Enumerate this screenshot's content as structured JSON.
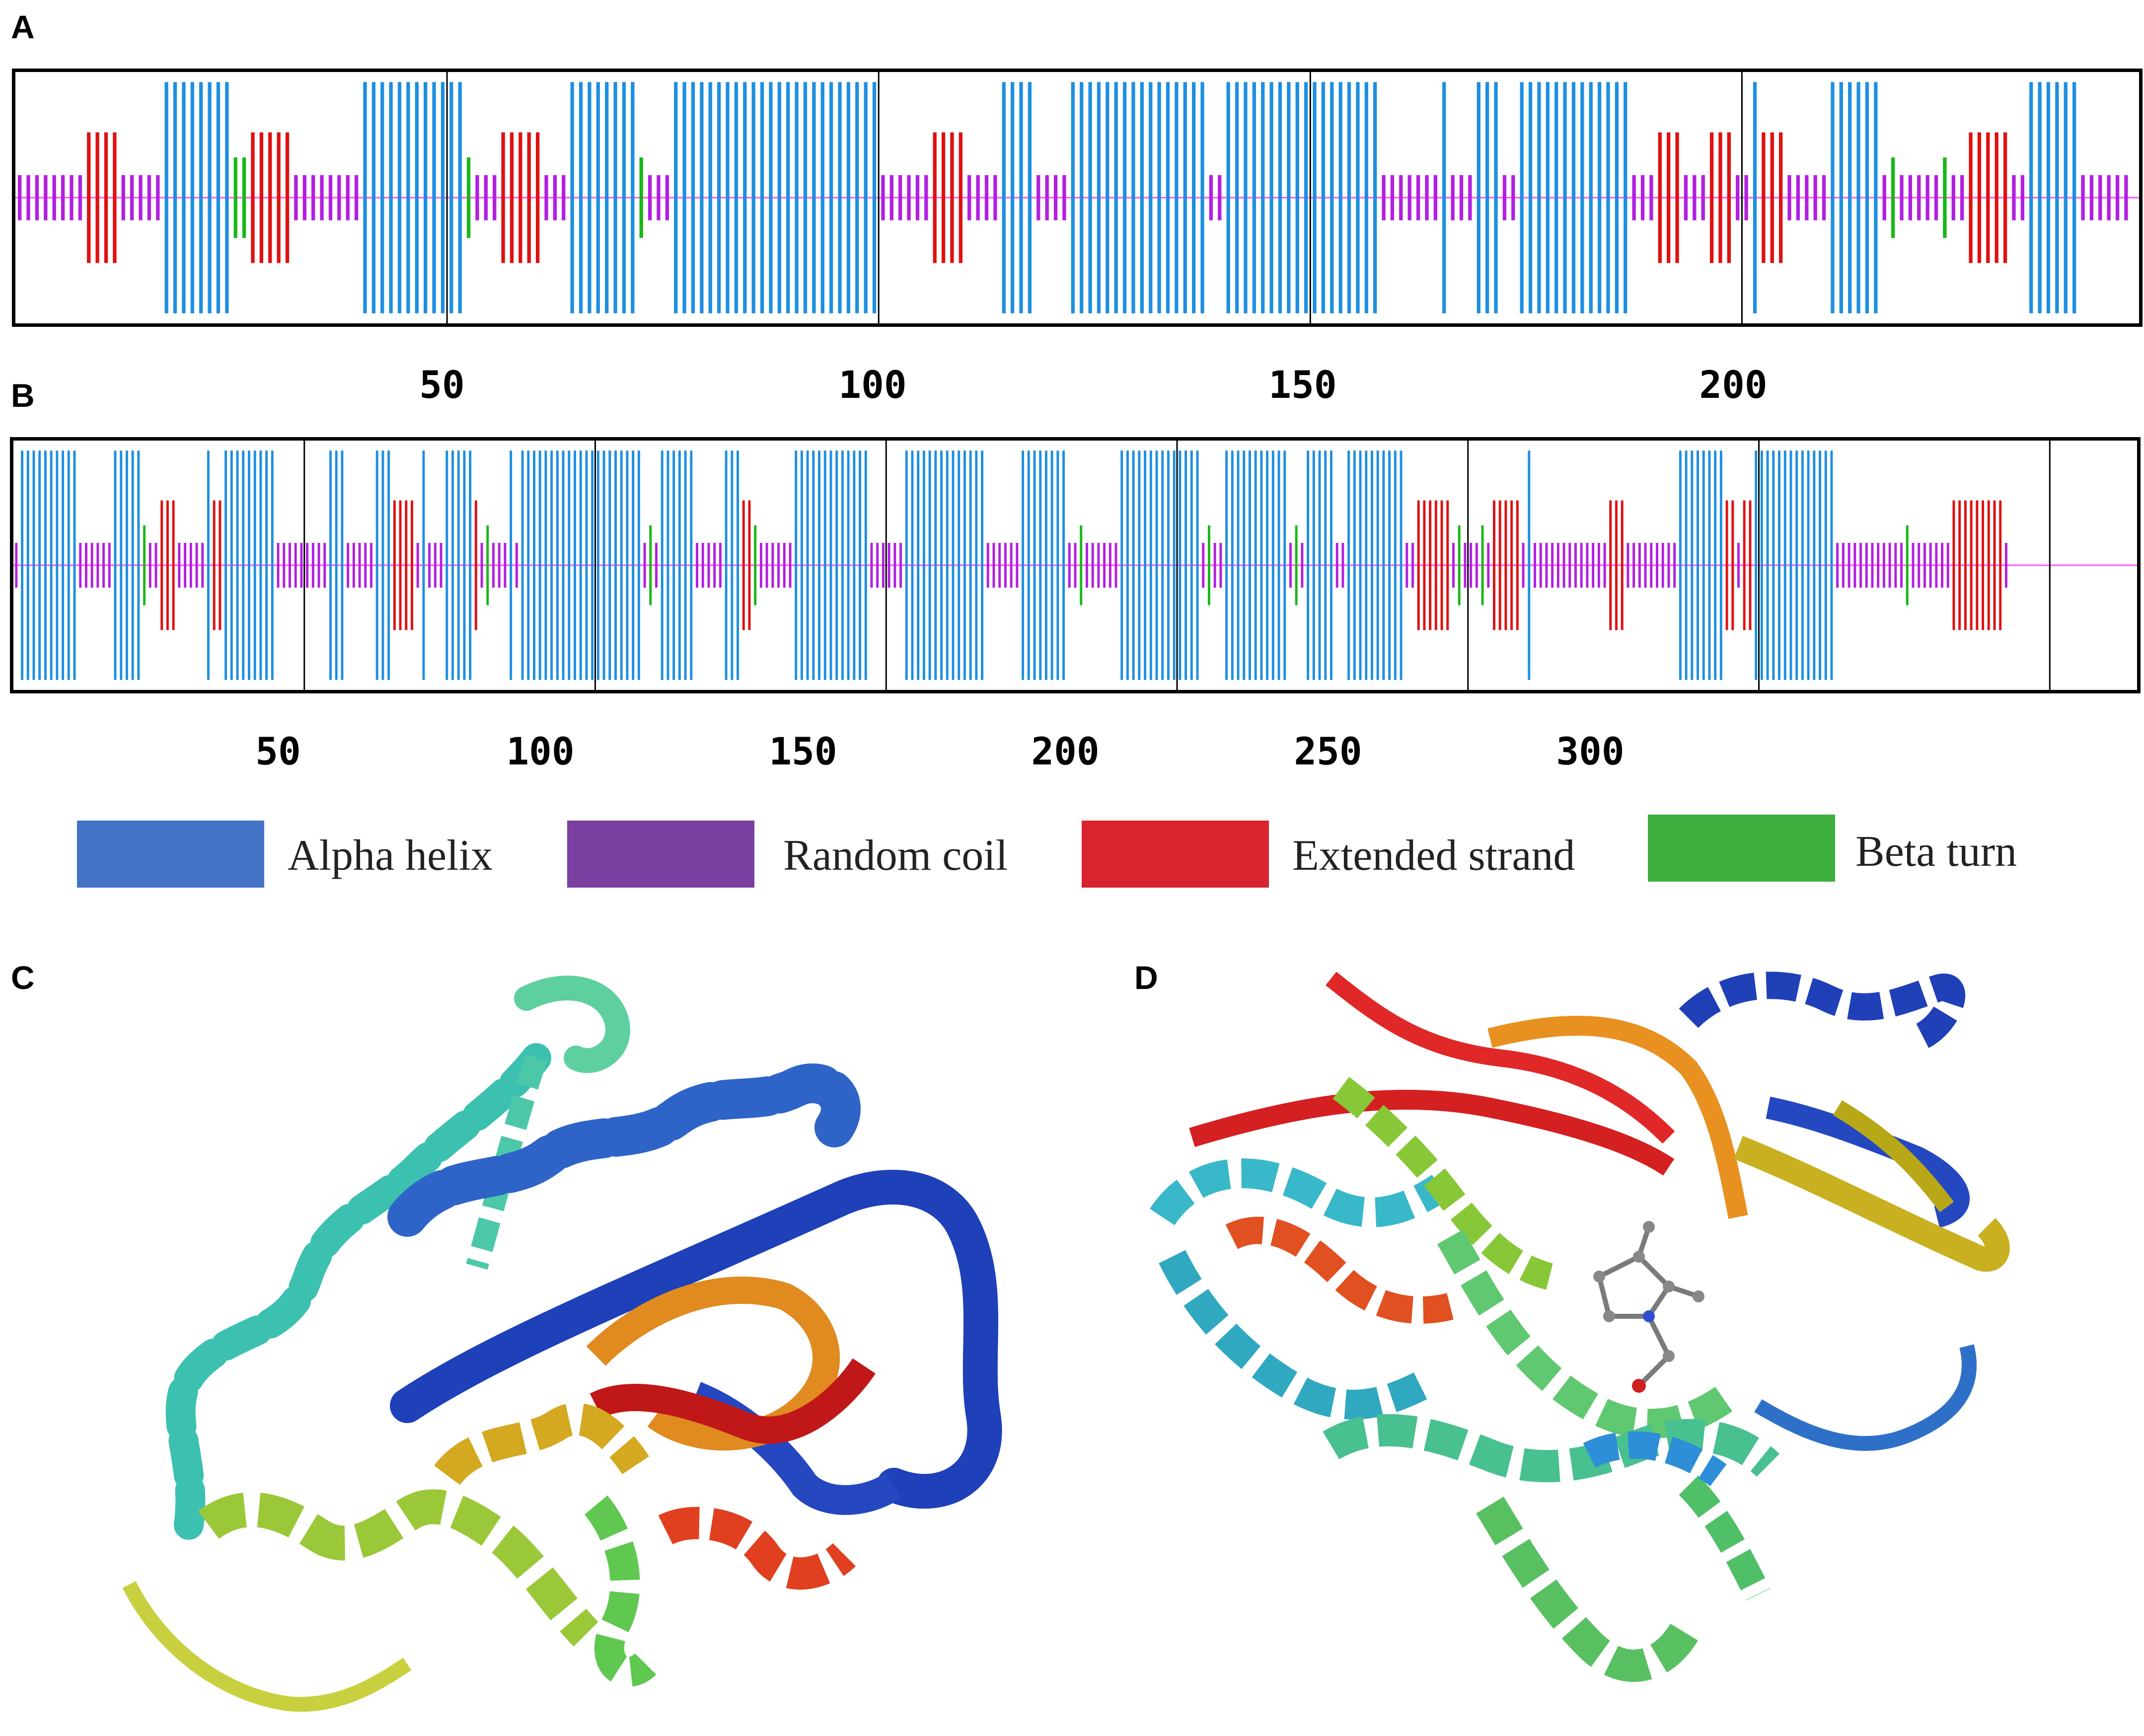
{
  "panels": {
    "A": {
      "letter": "A",
      "ticks": [
        "50",
        "100",
        "150",
        "200"
      ]
    },
    "B": {
      "letter": "B",
      "ticks": [
        "50",
        "100",
        "150",
        "200",
        "250",
        "300"
      ]
    },
    "C": {
      "letter": "C"
    },
    "D": {
      "letter": "D"
    }
  },
  "legend": {
    "items": [
      {
        "label": "Alpha helix",
        "color": "#4472C4"
      },
      {
        "label": "Random coil",
        "color": "#7A3FA0"
      },
      {
        "label": "Extended strand",
        "color": "#D9232E"
      },
      {
        "label": "Beta turn",
        "color": "#3DAE3E"
      }
    ]
  },
  "structure_colors": {
    "helix": "#1E8FE0",
    "coil": "#B21FE0",
    "strand": "#E01010",
    "turn": "#17B817",
    "center_line": "#FF55FF"
  },
  "sequences": {
    "A": {
      "length": 246,
      "segments": [
        [
          "c",
          8
        ],
        [
          "e",
          4
        ],
        [
          "c",
          5
        ],
        [
          "h",
          8
        ],
        [
          "t",
          2
        ],
        [
          "e",
          5
        ],
        [
          "c",
          8
        ],
        [
          "h",
          12
        ],
        [
          "t",
          1
        ],
        [
          "c",
          3
        ],
        [
          "e",
          5
        ],
        [
          "c",
          3
        ],
        [
          "h",
          8
        ],
        [
          "t",
          1
        ],
        [
          "c",
          3
        ],
        [
          "h",
          24
        ],
        [
          "c",
          6
        ],
        [
          "e",
          4
        ],
        [
          "c",
          4
        ],
        [
          "h",
          4
        ],
        [
          "c",
          4
        ],
        [
          "h",
          16
        ],
        [
          "c",
          2
        ],
        [
          "h",
          18
        ],
        [
          "c",
          7
        ],
        [
          "h",
          1
        ],
        [
          "c",
          3
        ],
        [
          "h",
          3
        ],
        [
          "c",
          2
        ],
        [
          "h",
          13
        ],
        [
          "c",
          3
        ],
        [
          "e",
          3
        ],
        [
          "c",
          3
        ],
        [
          "e",
          3
        ],
        [
          "c",
          2
        ],
        [
          "h",
          1
        ],
        [
          "e",
          3
        ],
        [
          "c",
          5
        ],
        [
          "h",
          6
        ],
        [
          "c",
          1
        ],
        [
          "t",
          1
        ],
        [
          "c",
          5
        ],
        [
          "t",
          1
        ],
        [
          "c",
          2
        ],
        [
          "e",
          5
        ],
        [
          "c",
          2
        ],
        [
          "h",
          6
        ],
        [
          "c",
          6
        ]
      ]
    },
    "B": {
      "length": 365,
      "segments": [
        [
          "c",
          1
        ],
        [
          "h",
          10
        ],
        [
          "c",
          6
        ],
        [
          "h",
          5
        ],
        [
          "t",
          1
        ],
        [
          "c",
          2
        ],
        [
          "e",
          3
        ],
        [
          "c",
          5
        ],
        [
          "h",
          1
        ],
        [
          "e",
          2
        ],
        [
          "h",
          9
        ],
        [
          "c",
          9
        ],
        [
          "h",
          3
        ],
        [
          "c",
          5
        ],
        [
          "h",
          3
        ],
        [
          "e",
          4
        ],
        [
          "c",
          1
        ],
        [
          "h",
          1
        ],
        [
          "c",
          3
        ],
        [
          "h",
          5
        ],
        [
          "e",
          1
        ],
        [
          "c",
          1
        ],
        [
          "t",
          1
        ],
        [
          "c",
          3
        ],
        [
          "h",
          1
        ],
        [
          "c",
          1
        ],
        [
          "h",
          21
        ],
        [
          "c",
          1
        ],
        [
          "t",
          1
        ],
        [
          "c",
          1
        ],
        [
          "h",
          6
        ],
        [
          "c",
          5
        ],
        [
          "h",
          3
        ],
        [
          "e",
          2
        ],
        [
          "t",
          1
        ],
        [
          "c",
          6
        ],
        [
          "h",
          13
        ],
        [
          "c",
          6
        ],
        [
          "h",
          14
        ],
        [
          "c",
          6
        ],
        [
          "h",
          8
        ],
        [
          "c",
          2
        ],
        [
          "t",
          1
        ],
        [
          "c",
          6
        ],
        [
          "h",
          14
        ],
        [
          "c",
          1
        ],
        [
          "t",
          1
        ],
        [
          "c",
          2
        ],
        [
          "h",
          11
        ],
        [
          "c",
          1
        ],
        [
          "t",
          1
        ],
        [
          "c",
          1
        ],
        [
          "h",
          5
        ],
        [
          "c",
          2
        ],
        [
          "h",
          10
        ],
        [
          "c",
          2
        ],
        [
          "e",
          6
        ],
        [
          "c",
          1
        ],
        [
          "t",
          1
        ],
        [
          "c",
          3
        ],
        [
          "t",
          1
        ],
        [
          "c",
          1
        ],
        [
          "e",
          5
        ],
        [
          "c",
          1
        ],
        [
          "h",
          1
        ],
        [
          "c",
          13
        ],
        [
          "e",
          3
        ],
        [
          "c",
          9
        ],
        [
          "h",
          8
        ],
        [
          "e",
          2
        ],
        [
          "c",
          1
        ],
        [
          "e",
          2
        ],
        [
          "h",
          14
        ],
        [
          "c",
          12
        ],
        [
          "t",
          1
        ],
        [
          "c",
          7
        ],
        [
          "e",
          9
        ],
        [
          "c",
          1
        ]
      ]
    }
  }
}
